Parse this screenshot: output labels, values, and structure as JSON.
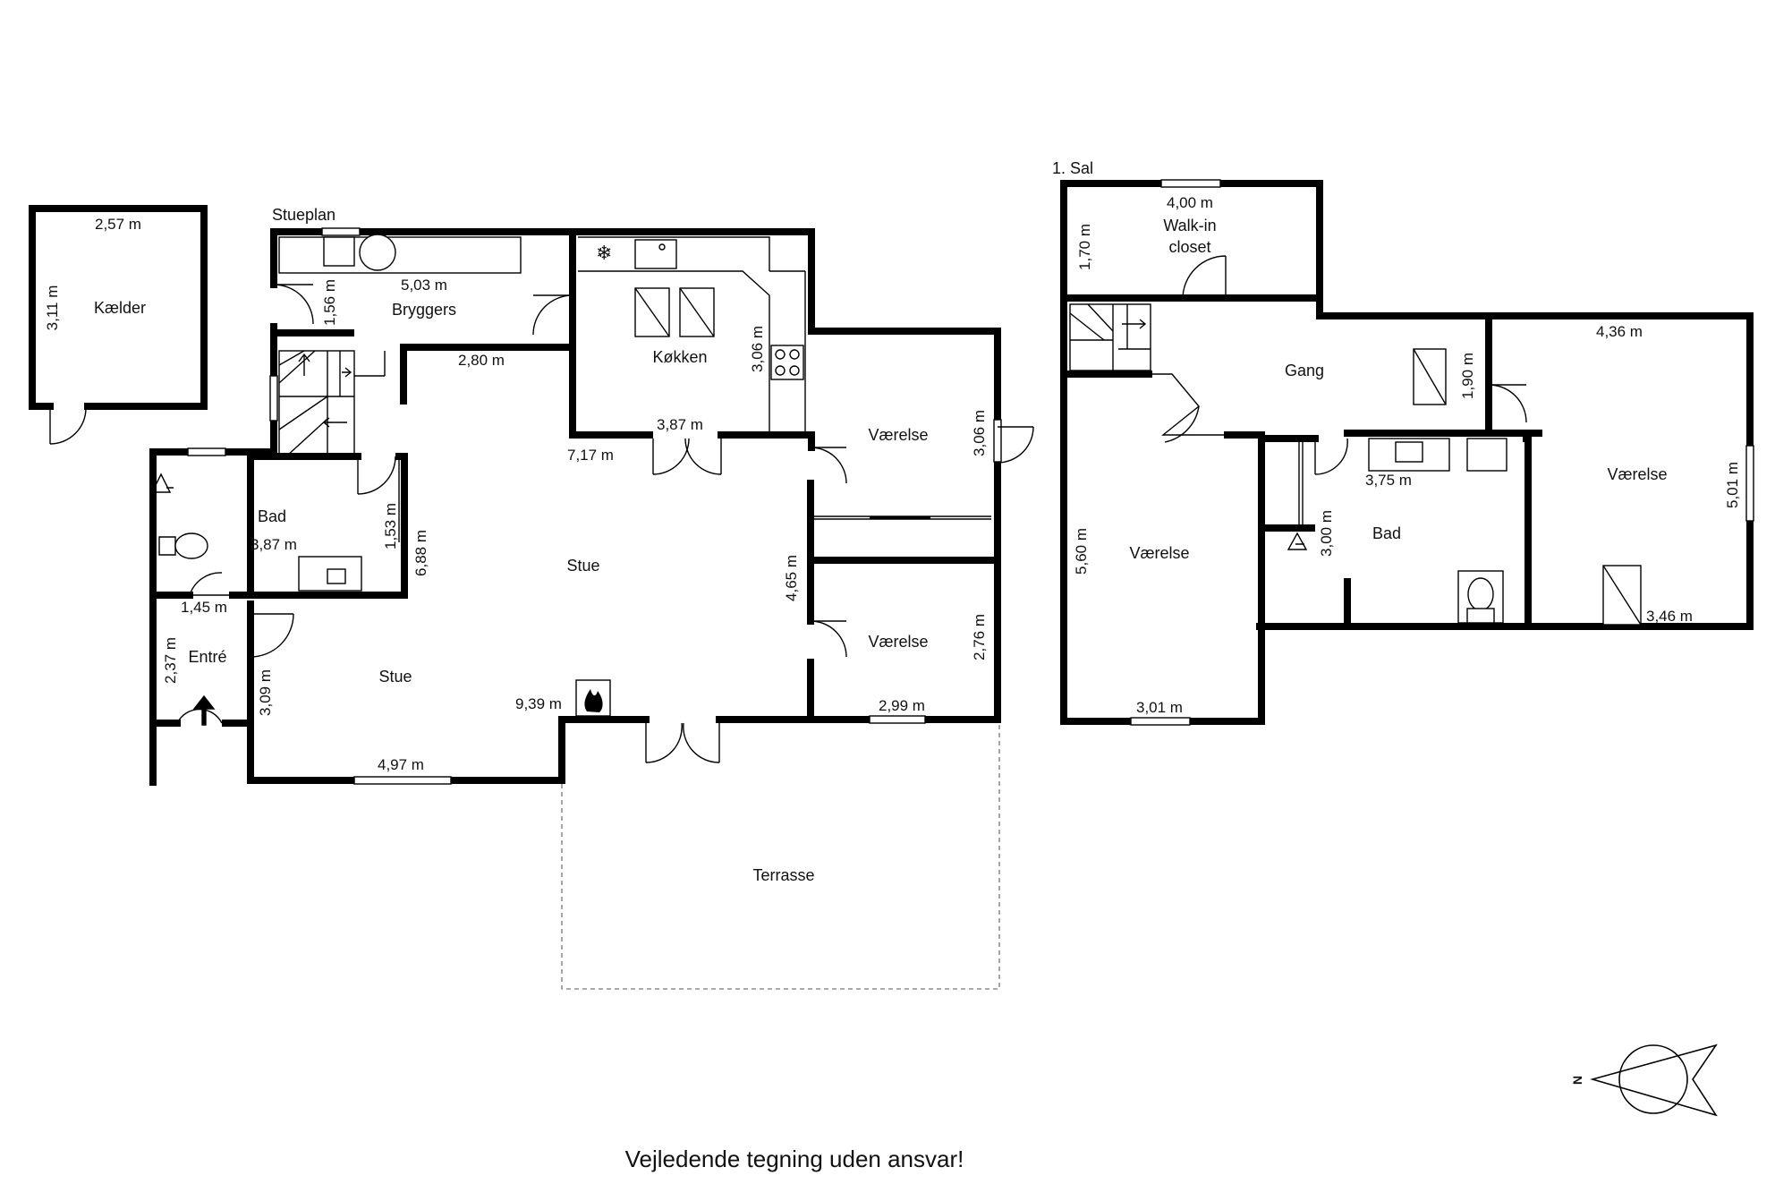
{
  "floors": {
    "ground": {
      "label": "Stueplan",
      "rooms": {
        "kaelder": "Kælder",
        "bryggers": "Bryggers",
        "kokken": "Køkken",
        "vaerelse_1": "Værelse",
        "vaerelse_2": "Værelse",
        "bad": "Bad",
        "stue_1": "Stue",
        "stue_2": "Stue",
        "entre": "Entré",
        "terrasse": "Terrasse"
      },
      "dimensions": {
        "kaelder_w": "2,57 m",
        "kaelder_h": "3,11 m",
        "bryggers_w": "5,03 m",
        "bryggers_h": "1,56 m",
        "kokken_h": "3,06 m",
        "kokken_w": "3,87 m",
        "hall_w": "2,80 m",
        "vaerelse1_h": "3,06 m",
        "stue_w": "7,17 m",
        "bad_w": "3,87 m",
        "bad_h": "1,53 m",
        "stue_h": "6,88 m",
        "stue_h2": "4,65 m",
        "vaerelse2_h": "2,76 m",
        "entre_w": "1,45 m",
        "entre_h": "2,37 m",
        "stue2_h": "3,09 m",
        "stue_w2": "9,39 m",
        "vaerelse2_w": "2,99 m",
        "stue2_w": "4,97 m"
      }
    },
    "upper": {
      "label": "1. Sal",
      "rooms": {
        "walkin": "Walk-in",
        "closet": "closet",
        "gang": "Gang",
        "vaerelse_a": "Værelse",
        "vaerelse_b": "Værelse",
        "bad": "Bad"
      },
      "dimensions": {
        "walkin_w": "4,00 m",
        "walkin_h": "1,70 m",
        "vaerelseB_w": "4,36 m",
        "gang_h": "1,90 m",
        "bad_w": "3,75 m",
        "bad_h": "3,00 m",
        "vaerelseA_h": "5,60 m",
        "vaerelseB_h": "5,01 m",
        "vaerelseB_w2": "3,46 m",
        "vaerelseA_w": "3,01 m"
      }
    }
  },
  "compass": {
    "north_label": "N"
  },
  "disclaimer": "Vejledende tegning uden ansvar!"
}
